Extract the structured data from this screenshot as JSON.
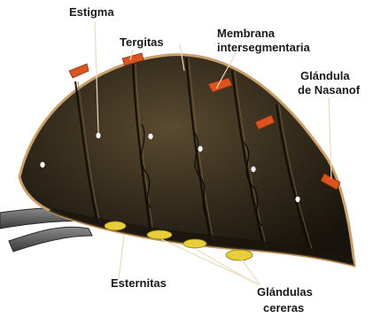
{
  "labels": {
    "estigma": "Estigma",
    "tergitas": "Tergitas",
    "membrana": [
      "Membrana",
      "intersegmentaria"
    ],
    "nasanof": [
      "Glándula",
      "de Nasanof"
    ],
    "esternitas": "Esternitas",
    "cereras": [
      "Glándulas",
      "cereras"
    ]
  },
  "colors": {
    "body": "#2d2518",
    "body_light": "#4a3d28",
    "shell": "#c9a06a",
    "gland_orange": "#d9541e",
    "wax_gland": "#e8cf3a",
    "leg": "#5a5a5a",
    "leader": "#d8c49a"
  }
}
